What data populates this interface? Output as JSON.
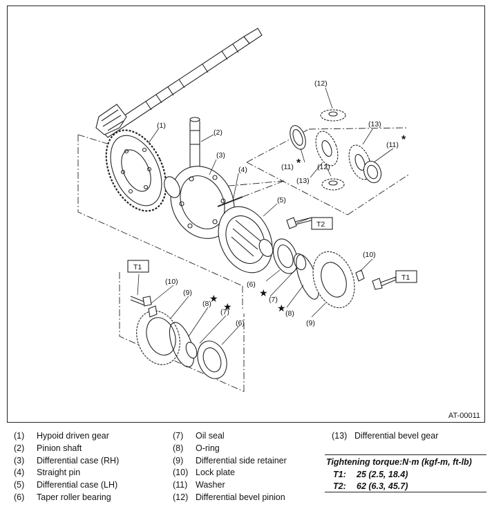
{
  "figure_id": "AT-00011",
  "callouts": {
    "c1": "(1)",
    "c2": "(2)",
    "c3": "(3)",
    "c4": "(4)",
    "c5": "(5)",
    "c6a": "(6)",
    "c6b": "(6)",
    "c7a": "(7)",
    "c7b": "(7)",
    "c8a": "(8)",
    "c8b": "(8)",
    "c9a": "(9)",
    "c9b": "(9)",
    "c10a": "(10)",
    "c10b": "(10)",
    "c11a": "(11)",
    "c11b": "(11)",
    "c12a": "(12)",
    "c12b": "(12)",
    "c13a": "(13)",
    "c13b": "(13)",
    "t1a": "T1",
    "t1b": "T1",
    "t2": "T2",
    "star": "★",
    "asterisk": "*"
  },
  "legend": [
    [
      {
        "num": "(1)",
        "label": "Hypoid driven gear"
      },
      {
        "num": "(2)",
        "label": "Pinion shaft"
      },
      {
        "num": "(3)",
        "label": "Differential case (RH)"
      },
      {
        "num": "(4)",
        "label": "Straight pin"
      },
      {
        "num": "(5)",
        "label": "Differential case (LH)"
      },
      {
        "num": "(6)",
        "label": "Taper roller bearing"
      }
    ],
    [
      {
        "num": "(7)",
        "label": "Oil seal"
      },
      {
        "num": "(8)",
        "label": "O-ring"
      },
      {
        "num": "(9)",
        "label": "Differential side retainer"
      },
      {
        "num": "(10)",
        "label": "Lock plate"
      },
      {
        "num": "(11)",
        "label": "Washer"
      },
      {
        "num": "(12)",
        "label": "Differential bevel pinion"
      }
    ],
    [
      {
        "num": "(13)",
        "label": "Differential bevel gear"
      }
    ]
  ],
  "torque": {
    "title": "Tightening torque:N·m (kgf-m, ft-lb)",
    "rows": [
      {
        "key": "T1:",
        "value": "25 (2.5, 18.4)"
      },
      {
        "key": "T2:",
        "value": "62 (6.3, 45.7)"
      }
    ]
  }
}
